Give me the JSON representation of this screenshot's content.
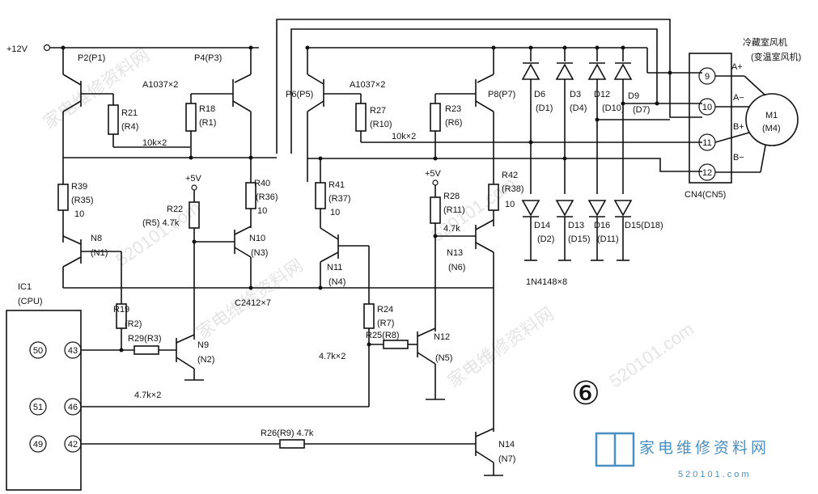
{
  "supply": "+12V",
  "plus5v": "+5V",
  "labels": {
    "p2": "P2(P1)",
    "p4": "P4(P3)",
    "p6": "P6(P5)",
    "p8": "P8(P7)",
    "a1037_left": "A1037×2",
    "a1037_right": "A1037×2",
    "r21": "R21",
    "r21b": "(R4)",
    "r18": "R18",
    "r18b": "(R1)",
    "k10x2_left": "10k×2",
    "r27": "R27",
    "r27b": "(R10)",
    "r23": "R23",
    "r23b": "(R6)",
    "k10x2_right": "10k×2",
    "r39": "R39",
    "r39b": "(R35)",
    "r39v": "10",
    "r22": "R22",
    "r22b": "(R5) 4.7k",
    "r40": "R40",
    "r40b": "(R36)",
    "r40v": "10",
    "r41": "R41",
    "r41b": "(R37)",
    "r41v": "10",
    "r28": "R28",
    "r28b": "(R11)",
    "r28v": "4.7k",
    "r42": "R42",
    "r42b": "(R38)",
    "r42v": "10",
    "n8": "N8",
    "n8b": "(N1)",
    "n10": "N10",
    "n10b": "(N3)",
    "n11": "N11",
    "n11b": "(N4)",
    "n13": "N13",
    "n13b": "(N6)",
    "c2412": "C2412×7",
    "n4148": "1N4148×8",
    "ic1": "IC1",
    "cpu": "(CPU)",
    "r19": "R19",
    "r19b": "(R2)",
    "r29": "R29(R3)",
    "n9": "N9",
    "n9b": "(N2)",
    "r24": "R24",
    "r24b": "(R7)",
    "r25": "R25(R8)",
    "n12": "N12",
    "n12b": "(N5)",
    "k47x2_mid": "4.7k×2",
    "k47x2_low": "4.7k×2",
    "r26": "R26(R9) 4.7k",
    "n14": "N14",
    "n14b": "(N7)",
    "d6": "D6",
    "d6b": "(D1)",
    "d3": "D3",
    "d3b": "(D4)",
    "d12": "D12",
    "d12b": "(D10)",
    "d9": "D9",
    "d9b": "(D7)",
    "d14": "D14",
    "d14b": "(D2)",
    "d13": "D13",
    "d13b": "(D15)",
    "d16": "D16",
    "d16b": "(D11)",
    "d15": "D15(D18)",
    "fan_title1": "冷藏室风机",
    "fan_title2": "(变温室风机)",
    "motor": "M1",
    "motorb": "(M4)",
    "cn4": "CN4(CN5)",
    "a_plus": "A+",
    "a_minus": "A−",
    "b_plus": "B+",
    "b_minus": "B−",
    "circled": "⑥"
  },
  "cpu_pins": [
    "50",
    "43",
    "51",
    "46",
    "49",
    "42"
  ],
  "cn_pins": [
    "9",
    "10",
    "11",
    "12"
  ],
  "watermark": {
    "site_cn": "家电维修资料网",
    "site_url": "520101.com",
    "brand": "家电维修资料网",
    "brand_url": "520101.com"
  }
}
